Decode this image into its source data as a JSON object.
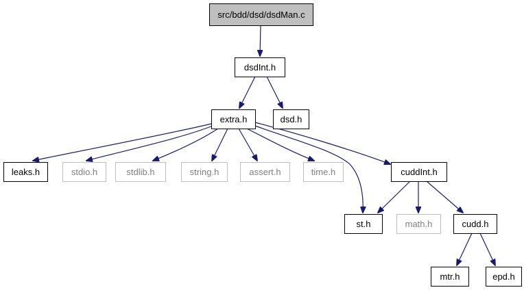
{
  "graph": {
    "colors": {
      "edge": "#191970",
      "node_border": "#000000",
      "node_border_external": "#bfbfbf",
      "root_fill": "#bfbfbf",
      "text": "#000000",
      "text_external": "#808080"
    },
    "nodes": [
      {
        "id": "dsdman",
        "label": "src/bdd/dsd/dsdMan.c",
        "kind": "root"
      },
      {
        "id": "dsdint",
        "label": "dsdInt.h",
        "kind": "local"
      },
      {
        "id": "extra",
        "label": "extra.h",
        "kind": "local"
      },
      {
        "id": "dsd",
        "label": "dsd.h",
        "kind": "local"
      },
      {
        "id": "leaks",
        "label": "leaks.h",
        "kind": "local"
      },
      {
        "id": "stdio",
        "label": "stdio.h",
        "kind": "external"
      },
      {
        "id": "stdlib",
        "label": "stdlib.h",
        "kind": "external"
      },
      {
        "id": "string",
        "label": "string.h",
        "kind": "external"
      },
      {
        "id": "assert",
        "label": "assert.h",
        "kind": "external"
      },
      {
        "id": "time",
        "label": "time.h",
        "kind": "external"
      },
      {
        "id": "cuddint",
        "label": "cuddInt.h",
        "kind": "local"
      },
      {
        "id": "st",
        "label": "st.h",
        "kind": "local"
      },
      {
        "id": "math",
        "label": "math.h",
        "kind": "external"
      },
      {
        "id": "cudd",
        "label": "cudd.h",
        "kind": "local"
      },
      {
        "id": "mtr",
        "label": "mtr.h",
        "kind": "local"
      },
      {
        "id": "epd",
        "label": "epd.h",
        "kind": "local"
      }
    ],
    "edges": [
      {
        "from": "dsdman",
        "to": "dsdint"
      },
      {
        "from": "dsdint",
        "to": "extra"
      },
      {
        "from": "dsdint",
        "to": "dsd"
      },
      {
        "from": "extra",
        "to": "leaks"
      },
      {
        "from": "extra",
        "to": "stdio"
      },
      {
        "from": "extra",
        "to": "stdlib"
      },
      {
        "from": "extra",
        "to": "string"
      },
      {
        "from": "extra",
        "to": "assert"
      },
      {
        "from": "extra",
        "to": "time"
      },
      {
        "from": "extra",
        "to": "st"
      },
      {
        "from": "extra",
        "to": "cuddint"
      },
      {
        "from": "cuddint",
        "to": "st"
      },
      {
        "from": "cuddint",
        "to": "math"
      },
      {
        "from": "cuddint",
        "to": "cudd"
      },
      {
        "from": "cudd",
        "to": "mtr"
      },
      {
        "from": "cudd",
        "to": "epd"
      }
    ]
  }
}
